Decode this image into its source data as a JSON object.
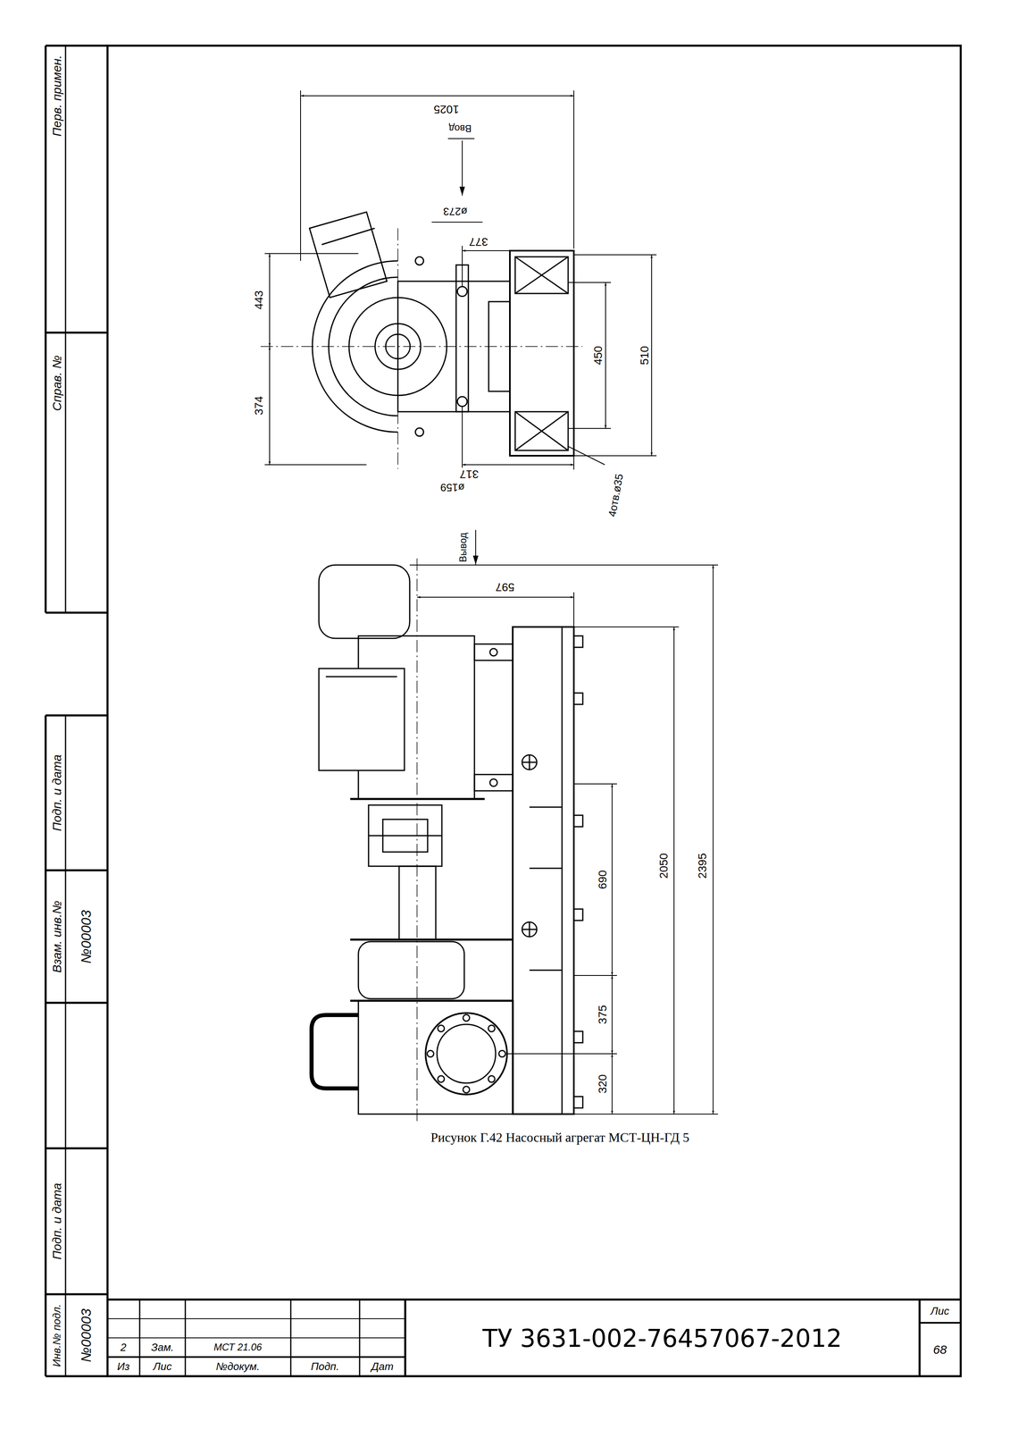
{
  "diagram": {
    "caption": "Рисунок Г.42 Насосный агрегат МСТ-ЦН-ГД 5",
    "labels": [
      "Перв. примен.",
      "Справ. №",
      "Подп. и дата",
      "Взам. инв.№",
      "№00003",
      "Подп. и дата",
      "Инв.№ подл.",
      "№00003",
      "1025",
      "Ввод",
      "ø273",
      "377",
      "443",
      "374",
      "450",
      "510",
      "317",
      "ø159",
      "4отв.ø35",
      "Вывод",
      "597",
      "2395",
      "2050",
      "690",
      "375",
      "320",
      "2",
      "Зам.",
      "МСТ 21.06",
      "Из",
      "Лис",
      "№докум.",
      "Подп.",
      "Дат",
      "ТУ 3631-002-76457067-2012",
      "Лис",
      "68"
    ]
  }
}
